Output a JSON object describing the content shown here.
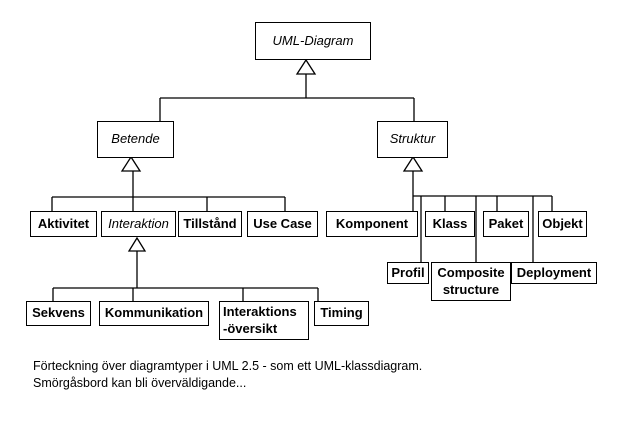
{
  "diagram": {
    "title_node": "UML-Diagram",
    "nodes": {
      "uml_diagram": "UML-Diagram",
      "betende": "Betende",
      "struktur": "Struktur",
      "aktivitet": "Aktivitet",
      "interaktion": "Interaktion",
      "tillstand": "Tillstånd",
      "use_case": "Use Case",
      "komponent": "Komponent",
      "klass": "Klass",
      "paket": "Paket",
      "objekt": "Objekt",
      "profil": "Profil",
      "composite_structure": "Composite\nstructure",
      "deployment": "Deployment",
      "sekvens": "Sekvens",
      "kommunikation": "Kommunikation",
      "interaktions_oversikt": "Interaktions\n-översikt",
      "timing": "Timing"
    },
    "caption": {
      "line1": "Förteckning över diagramtyper i UML 2.5 - som ett UML-klassdiagram.",
      "line2": "Smörgåsbord kan bli överväldigande..."
    },
    "colors": {
      "background": "#ffffff",
      "line": "#000000",
      "box_border": "#000000",
      "box_fill": "#ffffff",
      "text": "#000000"
    }
  }
}
